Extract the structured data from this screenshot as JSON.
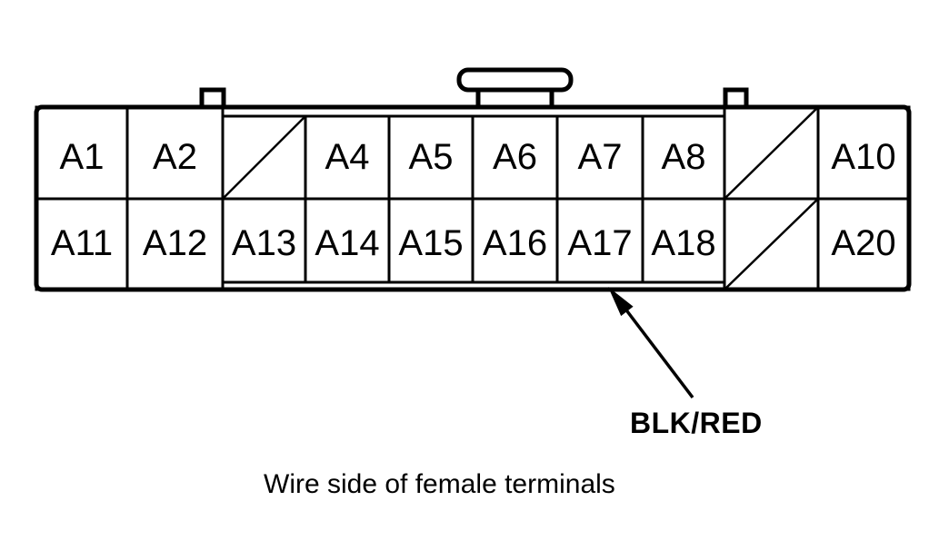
{
  "colors": {
    "ink": "#000000",
    "background": "#ffffff"
  },
  "caption": "Wire side of female terminals",
  "annotation": {
    "label": "BLK/RED",
    "points_to_pin": "A17"
  },
  "connector": {
    "top_row": [
      {
        "label": "A1",
        "slashed": false
      },
      {
        "label": "A2",
        "slashed": false
      },
      {
        "label": "",
        "slashed": true
      },
      {
        "label": "A4",
        "slashed": false
      },
      {
        "label": "A5",
        "slashed": false
      },
      {
        "label": "A6",
        "slashed": false
      },
      {
        "label": "A7",
        "slashed": false
      },
      {
        "label": "A8",
        "slashed": false
      },
      {
        "label": "",
        "slashed": true
      },
      {
        "label": "A10",
        "slashed": false
      }
    ],
    "bottom_row": [
      {
        "label": "A11",
        "slashed": false
      },
      {
        "label": "A12",
        "slashed": false
      },
      {
        "label": "A13",
        "slashed": false
      },
      {
        "label": "A14",
        "slashed": false
      },
      {
        "label": "A15",
        "slashed": false
      },
      {
        "label": "A16",
        "slashed": false
      },
      {
        "label": "A17",
        "slashed": false
      },
      {
        "label": "A18",
        "slashed": false
      },
      {
        "label": "",
        "slashed": true
      },
      {
        "label": "A20",
        "slashed": false
      }
    ]
  }
}
